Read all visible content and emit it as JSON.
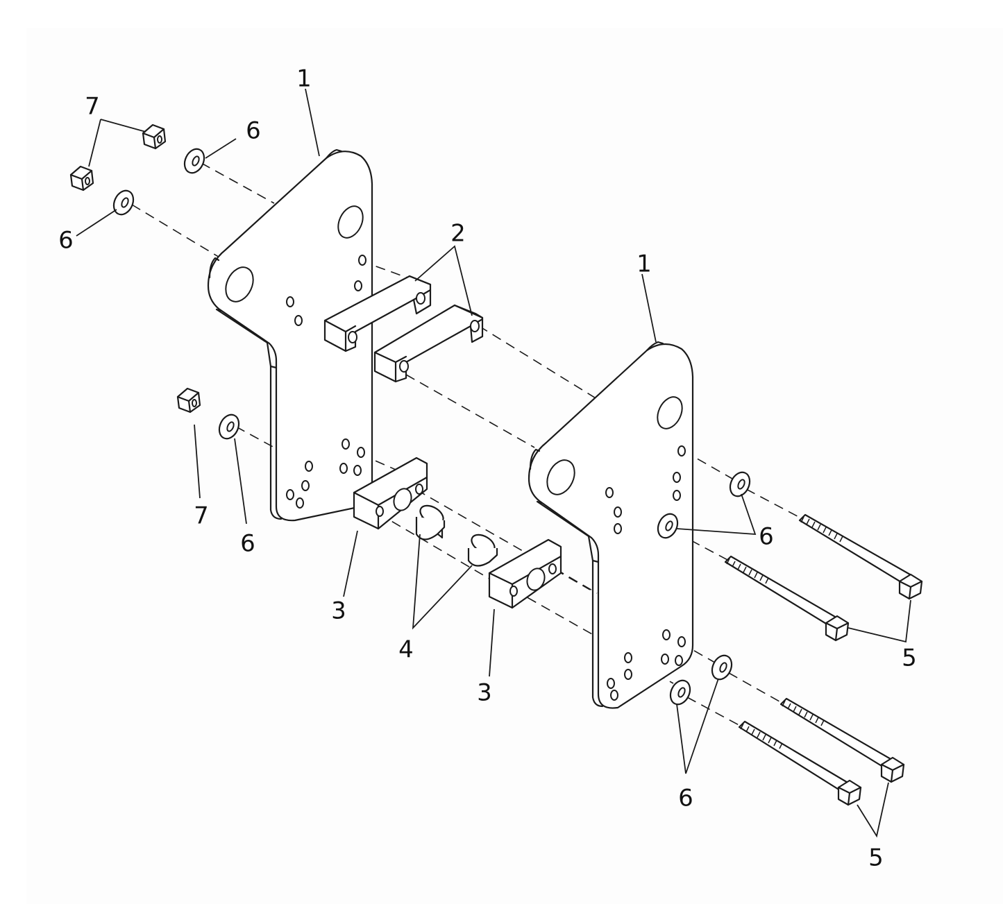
{
  "diagram": {
    "callouts": [
      {
        "id": "c1a",
        "text": "1"
      },
      {
        "id": "c1b",
        "text": "1"
      },
      {
        "id": "c2",
        "text": "2"
      },
      {
        "id": "c3a",
        "text": "3"
      },
      {
        "id": "c3b",
        "text": "3"
      },
      {
        "id": "c4",
        "text": "4"
      },
      {
        "id": "c5a",
        "text": "5"
      },
      {
        "id": "c5b",
        "text": "5"
      },
      {
        "id": "c6a",
        "text": "6"
      },
      {
        "id": "c6b",
        "text": "6"
      },
      {
        "id": "c6c",
        "text": "6"
      },
      {
        "id": "c6d",
        "text": "6"
      },
      {
        "id": "c6e",
        "text": "6"
      },
      {
        "id": "c7a",
        "text": "7"
      },
      {
        "id": "c7b",
        "text": "7"
      }
    ],
    "colors": {
      "line": "#1a1a1a",
      "paper": "#fdfdfd"
    }
  }
}
